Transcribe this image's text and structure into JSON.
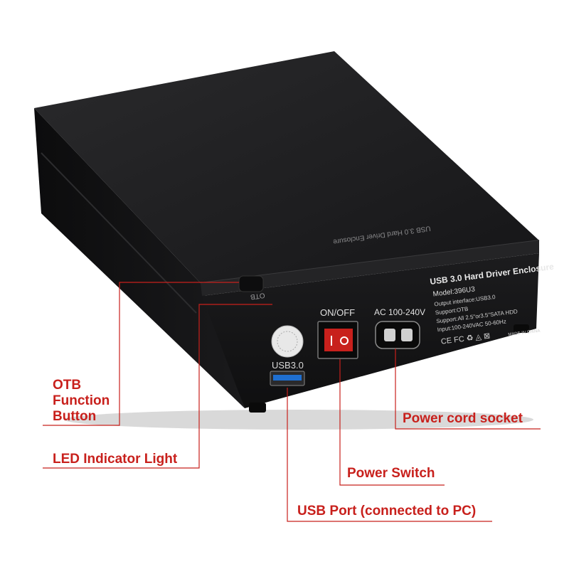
{
  "device": {
    "top_print": "USB 3.0 Hard Driver Enclosure",
    "otb_label": "OTB",
    "usb_label": "USB3.0",
    "switch_label": "ON/OFF",
    "ac_label": "AC 100-240V",
    "spec_title": "USB 3.0 Hard Driver Enclosure",
    "spec_lines": [
      "Model:396U3",
      "Output interface:USB3.0",
      "Support:OTB",
      "Support:All 2.5\"or3.5\"SATA HDD",
      "Input:100-240VAC 50-60Hz"
    ],
    "cert_marks": "CE FC ♻ ◬ ⊠",
    "made_in": "MADE IN CHINA"
  },
  "callouts": {
    "otb_lines": [
      "OTB",
      "Function",
      "Button"
    ],
    "led": "LED Indicator Light",
    "power_cord": "Power cord socket",
    "power_switch": "Power Switch",
    "usb_port": "USB Port (connected to PC)"
  },
  "colors": {
    "accent": "#c8201c",
    "body_dark": "#1b1b1d",
    "panel": "#141416"
  }
}
